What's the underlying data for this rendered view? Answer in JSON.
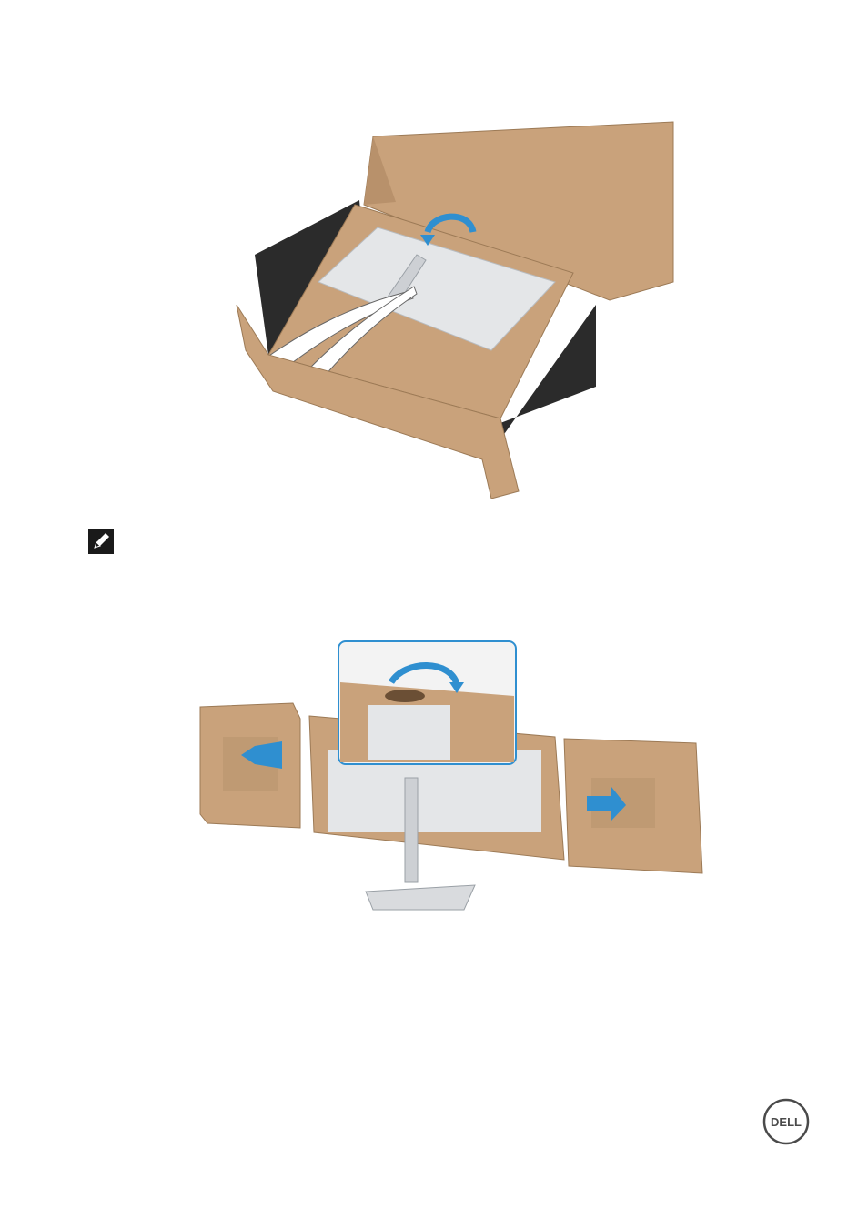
{
  "page": {
    "background": "#ffffff"
  },
  "figures": [
    {
      "id": "figure-unbox",
      "description_icon": "open-box-lift-monitor-illustration",
      "arrow_color": "#2f8fd0"
    },
    {
      "id": "figure-remove-cushions",
      "description_icon": "remove-side-cushions-illustration",
      "arrow_color": "#2f8fd0"
    }
  ],
  "note": {
    "icon": "note-pencil-icon",
    "text": ""
  },
  "logo": {
    "text": "DELL",
    "color": "#4a4a4a"
  },
  "colors": {
    "cardboard": "#c9a27b",
    "cardboard_dark": "#a8825d",
    "foam_black": "#2b2b2b",
    "monitor_silver": "#d9dbde",
    "arrow_blue": "#2f8fd0"
  }
}
